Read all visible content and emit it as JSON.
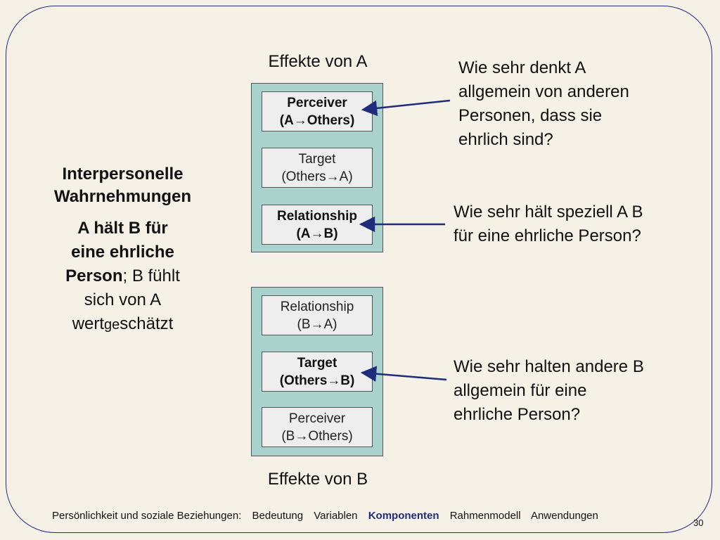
{
  "left_panel": {
    "title_line1": "Interpersonelle",
    "title_line2": "Wahrnehmungen",
    "desc_line1": "A hält B für",
    "desc_line2": "eine ehrliche",
    "desc_line3_bold": "Person",
    "desc_line3_rest": "; B fühlt",
    "desc_line4": "sich von A",
    "desc_line5_a": "wert",
    "desc_line5_b": "ge",
    "desc_line5_c": "schätzt"
  },
  "effects_a": {
    "heading": "Effekte von A",
    "boxes": [
      {
        "line1": "Perceiver",
        "line2": "(A→Others)"
      },
      {
        "line1": "Target",
        "line2": "(Others→A)"
      },
      {
        "line1": "Relationship",
        "line2": "(A→B)"
      }
    ]
  },
  "effects_b": {
    "heading": "Effekte von B",
    "boxes": [
      {
        "line1": "Relationship",
        "line2": "(B→A)"
      },
      {
        "line1": "Target",
        "line2": "(Others→B)"
      },
      {
        "line1": "Perceiver",
        "line2": "(B→Others)"
      }
    ]
  },
  "questions": [
    {
      "lines": [
        "Wie sehr denkt A",
        "allgemein von anderen",
        "Personen, dass sie",
        "ehrlich sind?"
      ]
    },
    {
      "lines": [
        "Wie sehr hält speziell A B",
        "für eine ehrliche Person?"
      ]
    },
    {
      "lines": [
        "Wie sehr halten andere B",
        "allgemein für eine",
        "ehrliche Person?"
      ]
    }
  ],
  "footer": {
    "items": [
      "Persönlichkeit und soziale Beziehungen:",
      "Bedeutung",
      "Variablen",
      "Komponenten",
      "Rahmenmodell",
      "Anwendungen"
    ],
    "active": "Komponenten"
  },
  "page_number": "30",
  "colors": {
    "column_fill": "#a9d2cd",
    "box_fill": "#eeeeee",
    "arrow": "#1f2c7a",
    "frame": "#2a2a80",
    "background": "#f5f1e6"
  }
}
